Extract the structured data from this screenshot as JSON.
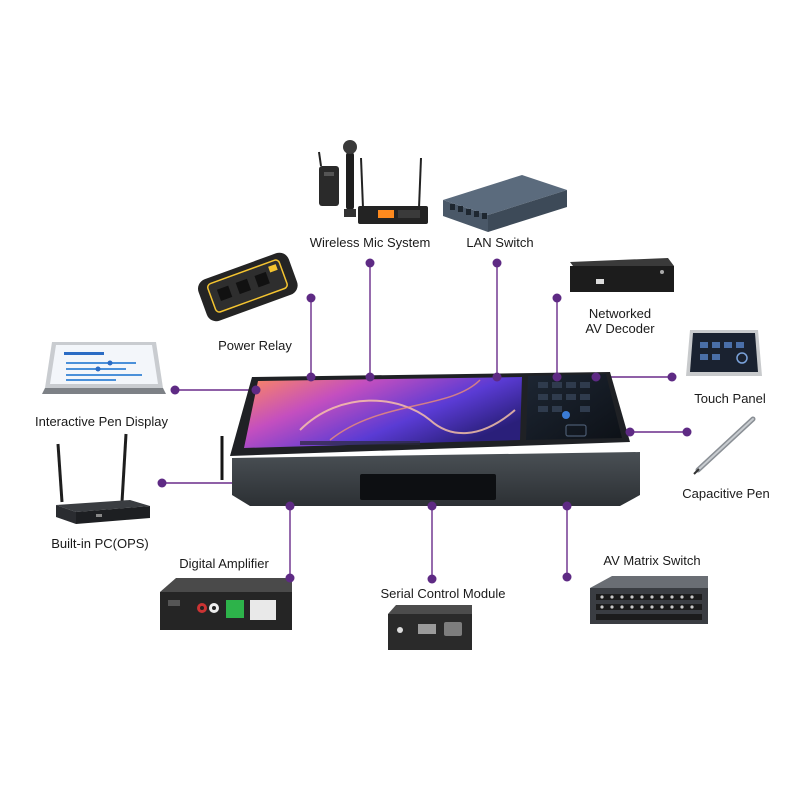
{
  "colors": {
    "connector": "#6a2c8a",
    "node": "#5e2a84",
    "console_body": "#3b4045",
    "screen_accent": "#ff7a3a"
  },
  "labels": {
    "wireless_mic": "Wireless Mic System",
    "lan_switch": "LAN Switch",
    "av_decoder_line1": "Networked",
    "av_decoder_line2": "AV Decoder",
    "power_relay": "Power Relay",
    "pen_display": "Interactive Pen Display",
    "touch_panel": "Touch Panel",
    "capacitive_pen": "Capacitive Pen",
    "built_in_pc": "Built-in PC(OPS)",
    "digital_amp": "Digital Amplifier",
    "serial_module": "Serial Control Module",
    "av_matrix": "AV Matrix Switch"
  },
  "icons": {
    "central": "smart-podium-console",
    "wireless_mic": "wireless-mic-icon",
    "lan_switch": "network-switch-icon",
    "av_decoder": "av-decoder-box-icon",
    "power_relay": "power-relay-icon",
    "pen_display": "pen-display-monitor-icon",
    "touch_panel": "touch-panel-icon",
    "capacitive_pen": "stylus-pen-icon",
    "built_in_pc": "ops-pc-router-icon",
    "digital_amp": "amplifier-box-icon",
    "serial_module": "serial-module-box-icon",
    "av_matrix": "matrix-switch-rack-icon"
  }
}
